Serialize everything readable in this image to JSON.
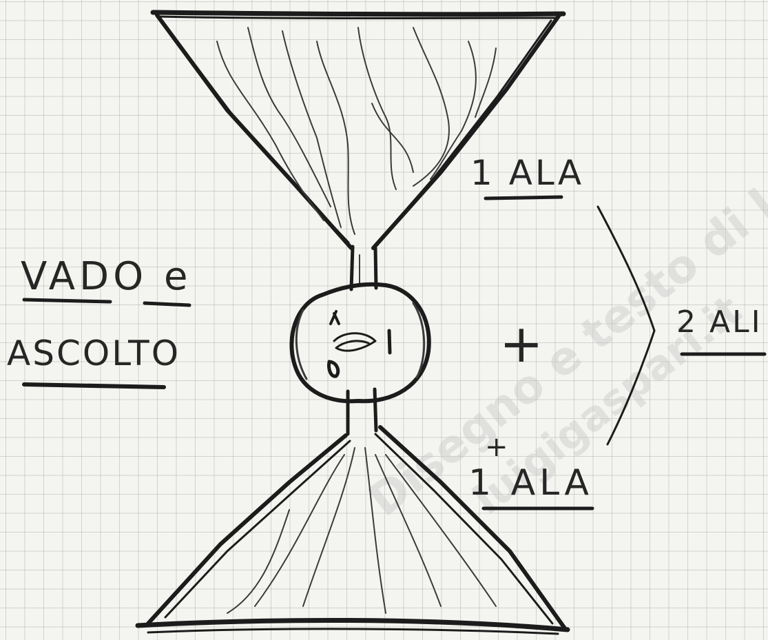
{
  "labels": {
    "left_line1": "VADO e",
    "left_line2": "ASCOLTO",
    "top_right": "1 ALA",
    "bottom_right": "1 ALA",
    "far_right": "2 ALI",
    "plus_sign": "+",
    "plus_small": "+"
  },
  "watermark": {
    "line1": "Disegno e testo di Luigi Gaspari",
    "line2": "luigigaspari.it"
  }
}
